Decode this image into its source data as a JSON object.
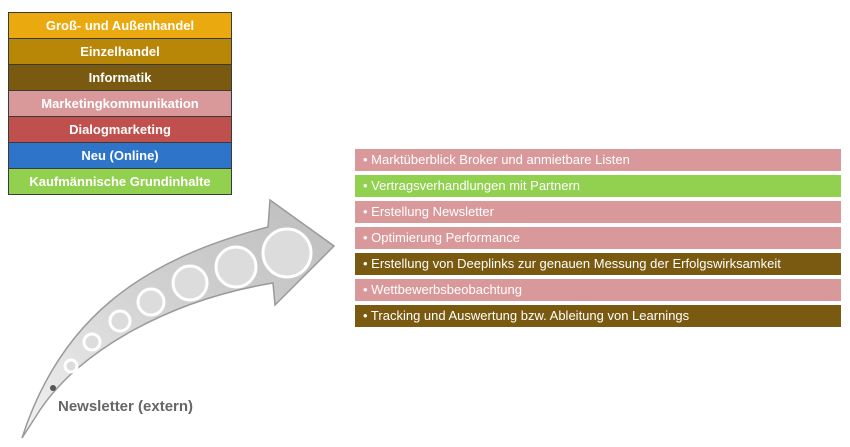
{
  "legend": {
    "items": [
      {
        "label": "Groß- und Außenhandel",
        "color": "#e9a90f"
      },
      {
        "label": "Einzelhandel",
        "color": "#b88708"
      },
      {
        "label": "Informatik",
        "color": "#7a5a10"
      },
      {
        "label": "Marketingkommunikation",
        "color": "#d9999b"
      },
      {
        "label": "Dialogmarketing",
        "color": "#c0504d"
      },
      {
        "label": "Neu (Online)",
        "color": "#2e75c9"
      },
      {
        "label": "Kaufmännische Grundinhalte",
        "color": "#92d050"
      }
    ]
  },
  "tasks": [
    {
      "label": "• Marktüberblick Broker und anmietbare Listen",
      "color": "#d9999b"
    },
    {
      "label": "• Vertragsverhandlungen mit Partnern",
      "color": "#92d050"
    },
    {
      "label": "• Erstellung Newsletter",
      "color": "#d9999b"
    },
    {
      "label": "• Optimierung Performance",
      "color": "#d9999b"
    },
    {
      "label": "• Erstellung von Deeplinks zur genauen Messung der Erfolgswirksamkeit",
      "color": "#7a5a10"
    },
    {
      "label": "• Wettbewerbsbeobachtung",
      "color": "#d9999b"
    },
    {
      "label": "• Tracking und Auswertung bzw. Ableitung von Learnings",
      "color": "#7a5a10"
    }
  ],
  "arrow": {
    "caption": "Newsletter (extern)"
  }
}
